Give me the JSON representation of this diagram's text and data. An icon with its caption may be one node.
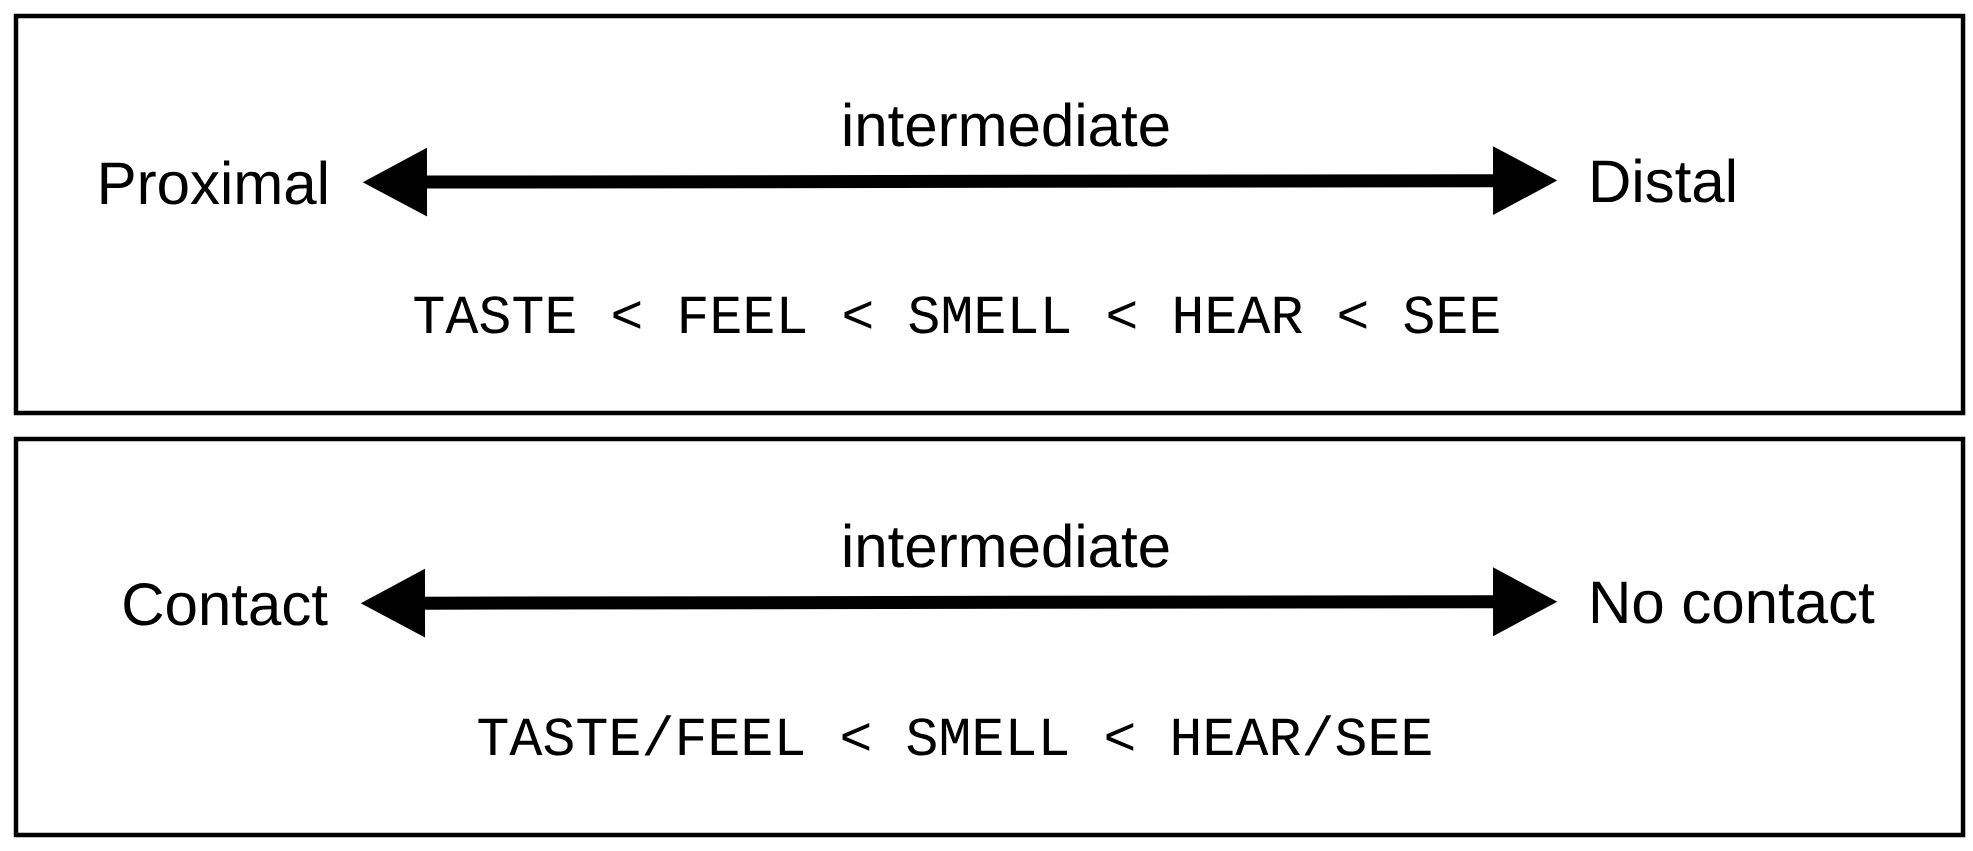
{
  "diagram": {
    "nodes": [
      {
        "text": [
          "TASTE < FEEL < SMELL < HEAR < SEE"
        ]
      },
      {
        "text": [
          "Proximal"
        ],
        "in": 0
      },
      {
        "text": [
          "Distal"
        ],
        "in": 0
      },
      {
        "text": [
          "TASTE/FEEL < SMELL < HEAR/SEE"
        ]
      },
      {
        "text": [
          "Contact"
        ],
        "in": 3
      },
      {
        "text": [
          "No contact"
        ],
        "in": 3
      }
    ],
    "edges": [
      {
        "from": 1,
        "to": 2,
        "arrow": "both",
        "label": "intermediate"
      },
      {
        "from": 4,
        "to": 5,
        "arrow": "both",
        "label": "intermediate"
      }
    ]
  }
}
